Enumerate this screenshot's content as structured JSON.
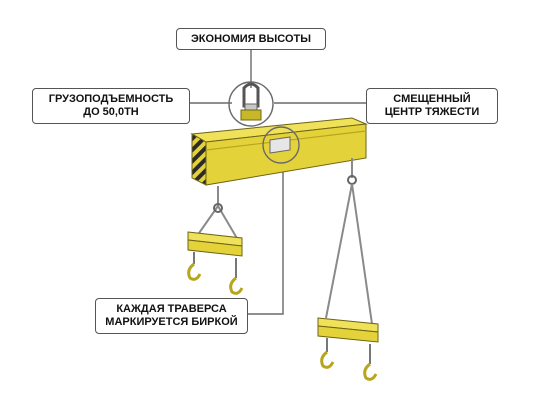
{
  "callouts": {
    "height_saving": {
      "lines": [
        "ЭКОНОМИЯ ВЫСОТЫ"
      ]
    },
    "capacity": {
      "lines": [
        "ГРУЗОПОДЪЕМНОСТЬ",
        "ДО 50,0ТН"
      ]
    },
    "offset_center": {
      "lines": [
        "СМЕЩЕННЫЙ",
        "ЦЕНТР ТЯЖЕСТИ"
      ]
    },
    "tag_marking": {
      "lines": [
        "КАЖДАЯ ТРАВЕРСА",
        "МАРКИРУЕТСЯ БИРКОЙ"
      ]
    }
  },
  "colors": {
    "beam": "#e4d23a",
    "beam_shadow": "#b7a61c",
    "chain": "#8a8a8a",
    "leader": "#6a6a6a",
    "hazard_dark": "#2b2b2b"
  },
  "icons": [
    "shackle-icon",
    "hook-icon",
    "tag-plate-icon",
    "chain-icon"
  ]
}
